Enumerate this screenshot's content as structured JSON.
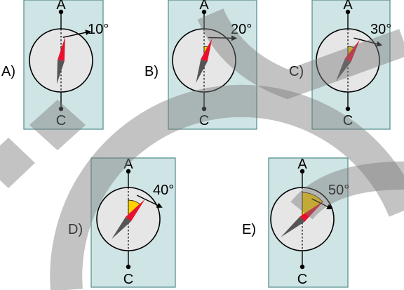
{
  "colors": {
    "panel_fill": "#cfe4e4",
    "panel_stroke": "#4f8a8a",
    "dial_fill": "#e6e6e6",
    "needle_north": "#e8102e",
    "needle_south": "#555555",
    "arc_fill": "#ffd200",
    "watermark": "#7a7a7a"
  },
  "panels": [
    {
      "id": "a",
      "option_label": "A)",
      "top_label": "A",
      "bottom_label": "C",
      "angle_label": "10°",
      "angle_deg": 10
    },
    {
      "id": "b",
      "option_label": "B)",
      "top_label": "A",
      "bottom_label": "C",
      "angle_label": "20°",
      "angle_deg": 20
    },
    {
      "id": "c",
      "option_label": "C)",
      "top_label": "A",
      "bottom_label": "C",
      "angle_label": "30°",
      "angle_deg": 30
    },
    {
      "id": "d",
      "option_label": "D)",
      "top_label": "A",
      "bottom_label": "C",
      "angle_label": "40°",
      "angle_deg": 40
    },
    {
      "id": "e",
      "option_label": "E)",
      "top_label": "A",
      "bottom_label": "C",
      "angle_label": "50°",
      "angle_deg": 50
    }
  ]
}
